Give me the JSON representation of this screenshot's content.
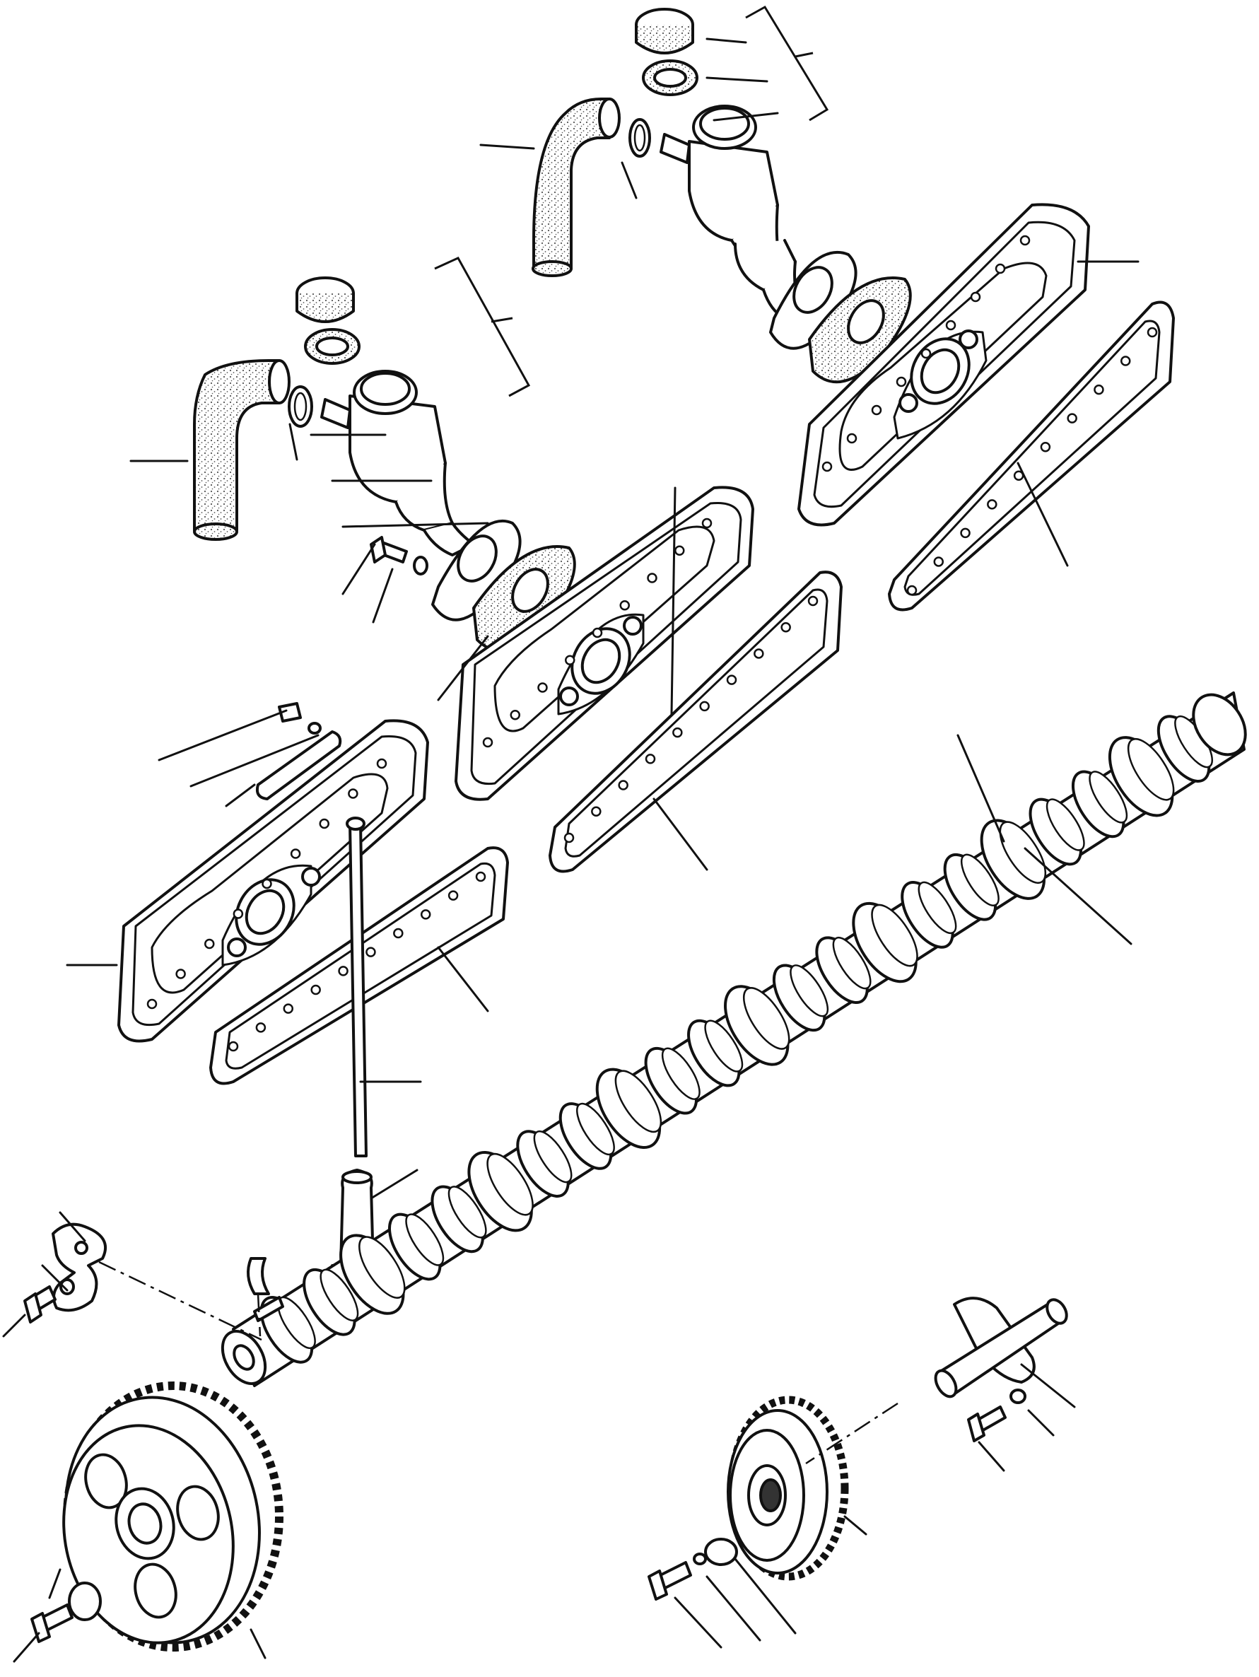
{
  "diagram": {
    "type": "exploded parts drawing",
    "colors": {
      "ink": "#111111",
      "paper": "#ffffff",
      "stipple": "#555555"
    },
    "parts": [
      "hose-left",
      "hose-right",
      "breather-tube-left",
      "breather-tube-right",
      "filter-cap-left",
      "filter-cap-right",
      "filter-element-left",
      "filter-element-right",
      "hose-clamp-left",
      "hose-clamp-right",
      "flange-gasket-left",
      "flange-gasket-right",
      "tappet-cover-1",
      "tappet-cover-2",
      "tappet-cover-3",
      "cover-gasket-1",
      "cover-gasket-2",
      "cover-gasket-3",
      "pushrod",
      "tappet",
      "camshaft",
      "woodruff-key",
      "cam-gear",
      "idler-gear",
      "idler-shaft",
      "thrust-plate",
      "bolts",
      "washers"
    ],
    "leader_count": 38
  }
}
